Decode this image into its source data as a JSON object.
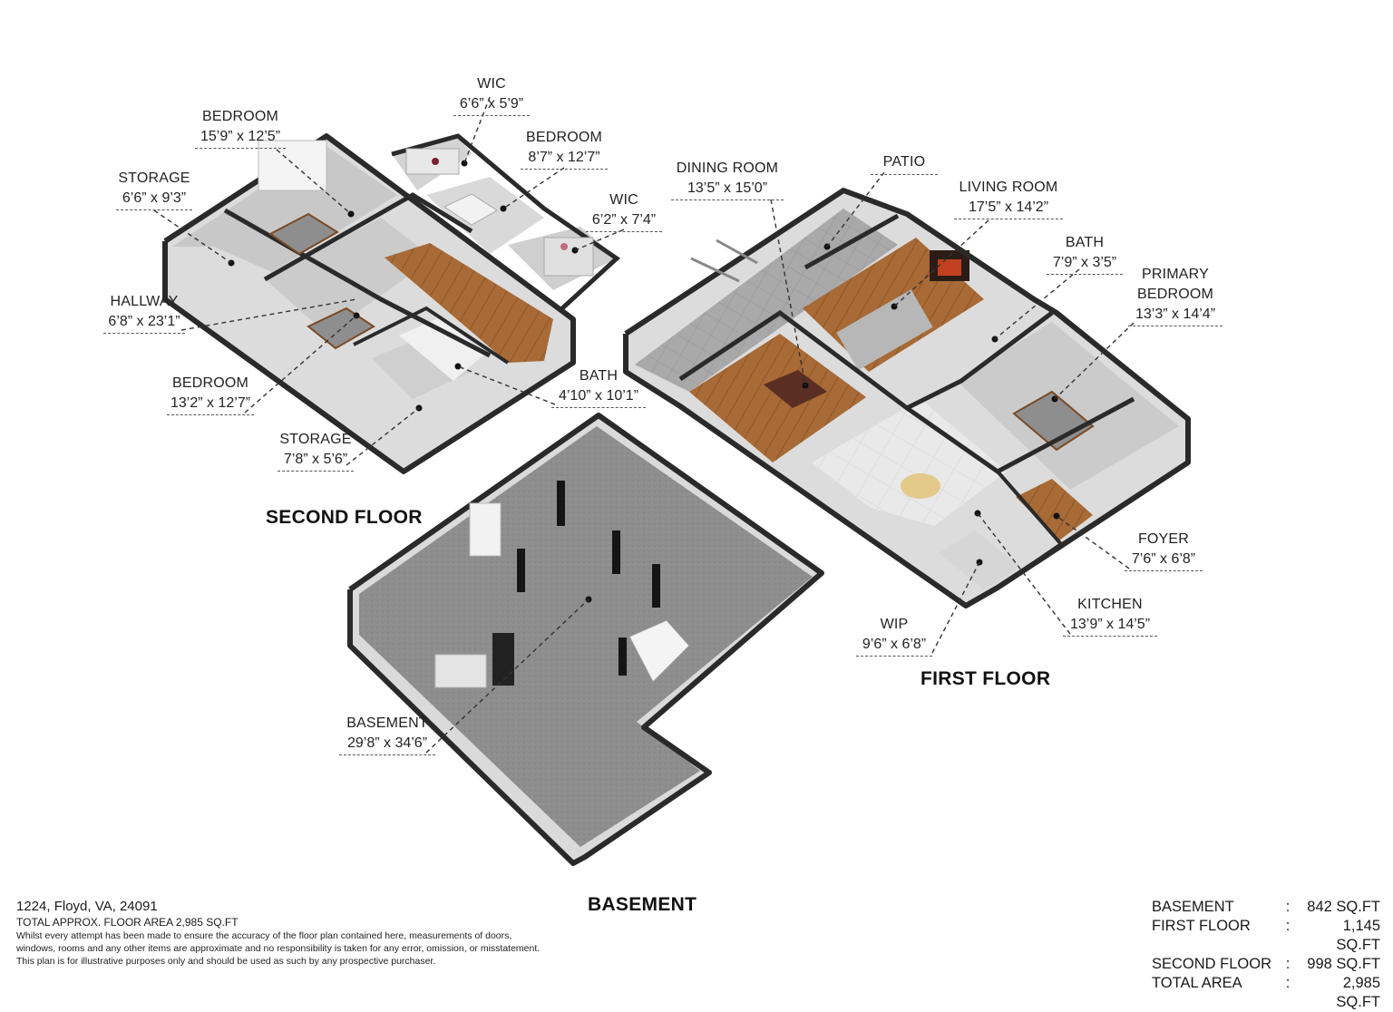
{
  "floors": {
    "second": "SECOND FLOOR",
    "first": "FIRST FLOOR",
    "basement": "BASEMENT"
  },
  "rooms": {
    "wic_upper": {
      "name": "WIC",
      "dims": "6’6” x 5’9”"
    },
    "bedroom_1": {
      "name": "BEDROOM",
      "dims": "15’9” x 12’5”"
    },
    "bedroom_2": {
      "name": "BEDROOM",
      "dims": "8’7” x 12’7”"
    },
    "storage_1": {
      "name": "STORAGE",
      "dims": "6’6” x 9’3”"
    },
    "wic_2": {
      "name": "WIC",
      "dims": "6’2” x 7’4”"
    },
    "hallway": {
      "name": "HALLWAY",
      "dims": "6’8” x 23’1”"
    },
    "bedroom_3": {
      "name": "BEDROOM",
      "dims": "13’2” x 12’7”"
    },
    "bath_upper": {
      "name": "BATH",
      "dims": "4’10” x 10’1”"
    },
    "storage_2": {
      "name": "STORAGE",
      "dims": "7’8” x 5’6”"
    },
    "dining_room": {
      "name": "DINING ROOM",
      "dims": "13’5” x 15’0”"
    },
    "patio": {
      "name": "PATIO",
      "dims": ""
    },
    "living_room": {
      "name": "LIVING ROOM",
      "dims": "17’5” x 14’2”"
    },
    "bath_first": {
      "name": "BATH",
      "dims": "7’9” x 3’5”"
    },
    "primary_bedroom": {
      "name": "PRIMARY BEDROOM",
      "name_line1": "PRIMARY",
      "name_line2": "BEDROOM",
      "dims": "13’3” x 14’4”"
    },
    "foyer": {
      "name": "FOYER",
      "dims": "7’6” x 6’8”"
    },
    "kitchen": {
      "name": "KITCHEN",
      "dims": "13’9” x 14’5”"
    },
    "wip": {
      "name": "WIP",
      "dims": "9’6” x 6’8”"
    },
    "basement": {
      "name": "BASEMENT",
      "dims": "29’8” x 34’6”"
    }
  },
  "footer": {
    "address": "1224, Floyd, VA, 24091",
    "total": "TOTAL APPROX. FLOOR AREA 2,985 SQ.FT",
    "disclaimer_1": "Whilst every attempt has been made to ensure the accuracy of the floor plan contained here, measurements of doors,",
    "disclaimer_2": "windows, rooms and any other items are approximate and no responsibility is taken for any error, omission, or misstatement.",
    "disclaimer_3": "This plan is for illustrative purposes only and should be used as such by any prospective purchaser."
  },
  "areas": [
    {
      "label": "BASEMENT",
      "sep": ":",
      "value": "842 SQ.FT"
    },
    {
      "label": "FIRST FLOOR",
      "sep": ":",
      "value": "1,145 SQ.FT"
    },
    {
      "label": "SECOND FLOOR",
      "sep": ":",
      "value": "998 SQ.FT"
    },
    {
      "label": "TOTAL AREA",
      "sep": ":",
      "value": "2,985 SQ.FT"
    }
  ],
  "colors": {
    "wall_top": "#2b2b2b",
    "wall_face": "#d9d9d9",
    "floor_carpet": "#c7c7c7",
    "floor_wood": "#a86a36",
    "floor_tile": "#e6e6e6",
    "floor_concrete": "#8d8d8d"
  }
}
